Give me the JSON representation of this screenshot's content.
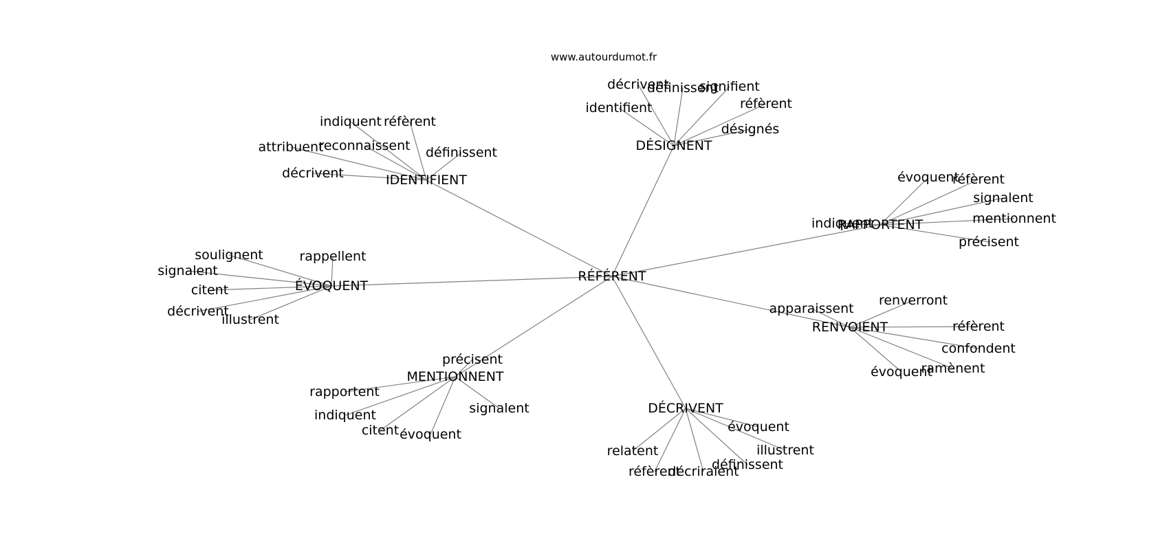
{
  "site": "www.autourdumot.fr",
  "center": "RÉFÉRENT",
  "groups": [
    {
      "verb": "DÉSIGNENT",
      "leaves": [
        "décrivent",
        "définissent",
        "signifient",
        "identifient",
        "réfèrent",
        "désignés"
      ]
    },
    {
      "verb": "IDENTIFIENT",
      "leaves": [
        "indiquent",
        "réfèrent",
        "attribuent",
        "reconnaissent",
        "définissent",
        "décrivent"
      ]
    },
    {
      "verb": "RAPPORTENT",
      "leaves": [
        "évoquent",
        "réfèrent",
        "signalent",
        "indiquent",
        "mentionnent",
        "précisent"
      ]
    },
    {
      "verb": "ÉVOQUENT",
      "leaves": [
        "soulignent",
        "rappellent",
        "signalent",
        "citent",
        "décrivent",
        "illustrent"
      ]
    },
    {
      "verb": "RENVOIENT",
      "leaves": [
        "renverront",
        "apparaissent",
        "réfèrent",
        "confondent",
        "ramènent",
        "évoquent"
      ]
    },
    {
      "verb": "MENTIONNENT",
      "leaves": [
        "précisent",
        "rapportent",
        "indiquent",
        "citent",
        "évoquent",
        "signalent"
      ]
    },
    {
      "verb": "DÉCRIVENT",
      "leaves": [
        "évoquent",
        "illustrent",
        "relatent",
        "définissent",
        "réfèrent",
        "décriraient"
      ]
    }
  ]
}
